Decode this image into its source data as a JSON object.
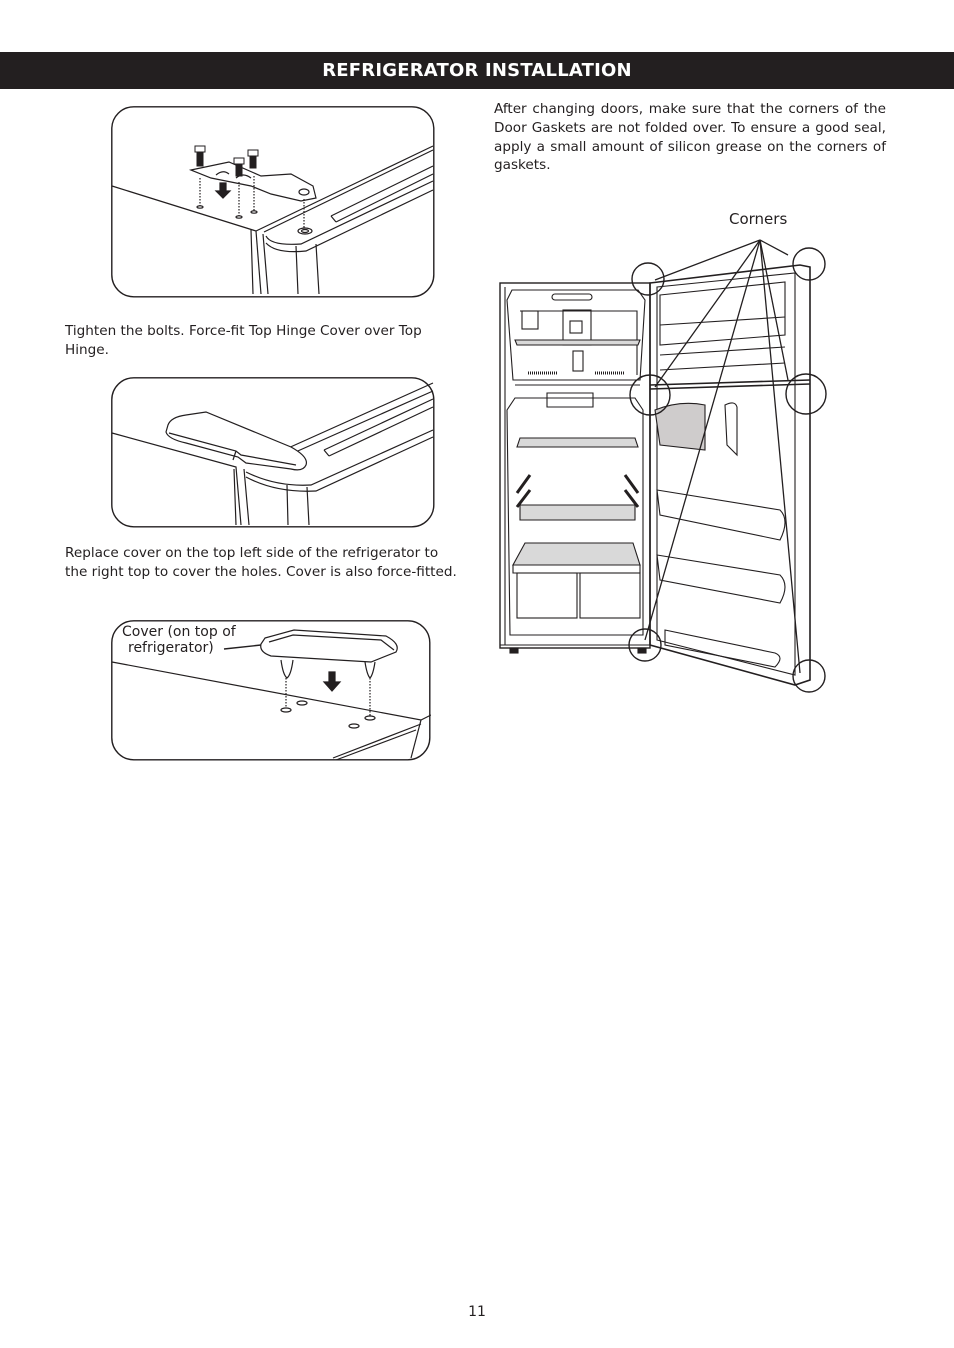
{
  "header": {
    "title": "REFRIGERATOR INSTALLATION",
    "background_color": "#231f20",
    "text_color": "#ffffff"
  },
  "left_column": {
    "figure_1": {
      "description": "Top hinge with bolts being fastened onto top of refrigerator",
      "arrow_icon": "down-arrow"
    },
    "step_1_text": "Tighten the bolts. Force-fit Top Hinge Cover over Top Hinge.",
    "figure_2": {
      "description": "Top hinge cover fitted over top hinge"
    },
    "step_2_text": "Replace cover on the top left side of the refrigerator to the right top to cover the holes. Cover is also force-fitted.",
    "figure_3": {
      "description": "Cover being pressed into holes on top of refrigerator",
      "callout_label": "Cover (on top of\nrefrigerator)",
      "callout_line_1": "Cover (on top of",
      "callout_line_2": "refrigerator)",
      "arrow_icon": "down-arrow"
    }
  },
  "right_column": {
    "intro_text": "After changing doors, make sure that the corners of the Door Gaskets are not folded over. To ensure a good seal, apply a small amount of silicon grease on the corners of gaskets.",
    "figure_4": {
      "description": "Open refrigerator with door gasket corners circled",
      "callout_label": "Corners",
      "circled_corners_count": 6
    }
  },
  "footer": {
    "page_number": "11"
  }
}
